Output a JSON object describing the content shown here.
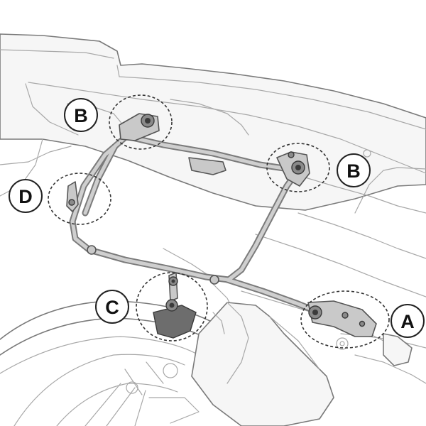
{
  "callouts": {
    "b_left": "B",
    "b_right": "B",
    "c": "C",
    "d": "D",
    "a": "A"
  }
}
